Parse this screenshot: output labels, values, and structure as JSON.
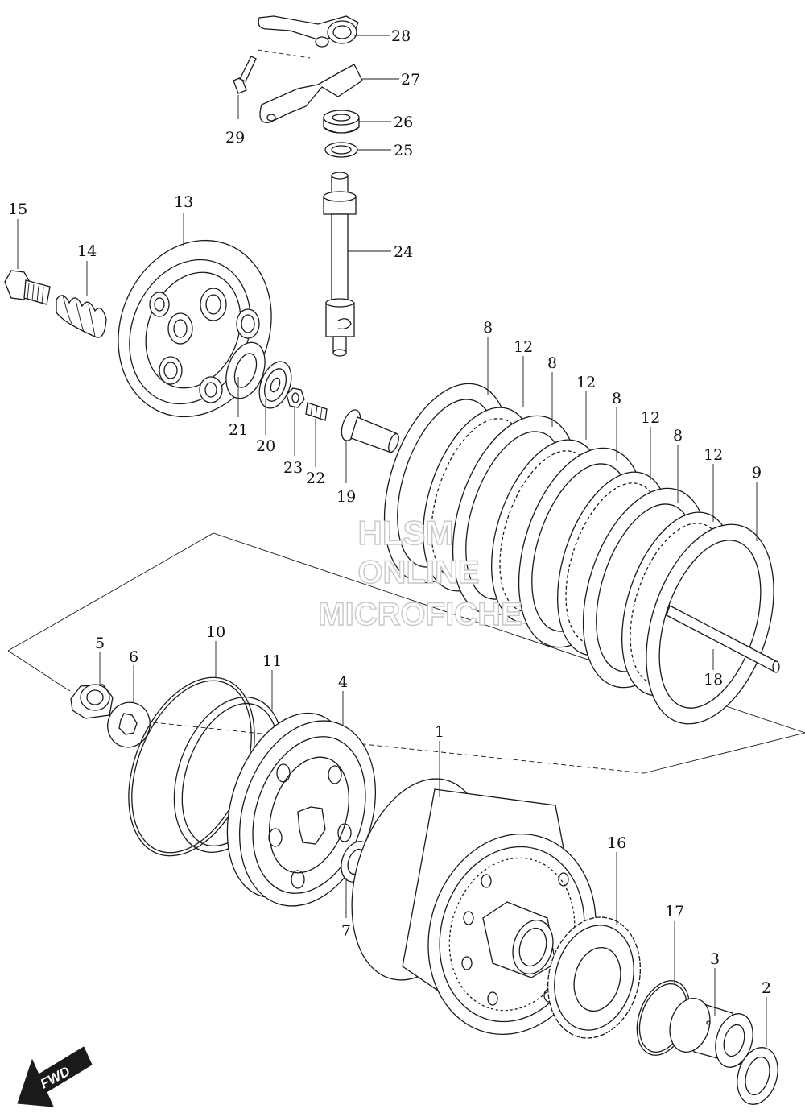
{
  "diagram": {
    "labels": [
      {
        "id": "28",
        "text": "28"
      },
      {
        "id": "27",
        "text": "27"
      },
      {
        "id": "26",
        "text": "26"
      },
      {
        "id": "25",
        "text": "25"
      },
      {
        "id": "29",
        "text": "29"
      },
      {
        "id": "24",
        "text": "24"
      },
      {
        "id": "15",
        "text": "15"
      },
      {
        "id": "13",
        "text": "13"
      },
      {
        "id": "14",
        "text": "14"
      },
      {
        "id": "21",
        "text": "21"
      },
      {
        "id": "20",
        "text": "20"
      },
      {
        "id": "23",
        "text": "23"
      },
      {
        "id": "22",
        "text": "22"
      },
      {
        "id": "19",
        "text": "19"
      },
      {
        "id": "8a",
        "text": "8"
      },
      {
        "id": "12a",
        "text": "12"
      },
      {
        "id": "8b",
        "text": "8"
      },
      {
        "id": "12b",
        "text": "12"
      },
      {
        "id": "8c",
        "text": "8"
      },
      {
        "id": "12c",
        "text": "12"
      },
      {
        "id": "8d",
        "text": "8"
      },
      {
        "id": "12d",
        "text": "12"
      },
      {
        "id": "9",
        "text": "9"
      },
      {
        "id": "18",
        "text": "18"
      },
      {
        "id": "5",
        "text": "5"
      },
      {
        "id": "6",
        "text": "6"
      },
      {
        "id": "10",
        "text": "10"
      },
      {
        "id": "11",
        "text": "11"
      },
      {
        "id": "4",
        "text": "4"
      },
      {
        "id": "1",
        "text": "1"
      },
      {
        "id": "7",
        "text": "7"
      },
      {
        "id": "16",
        "text": "16"
      },
      {
        "id": "17",
        "text": "17"
      },
      {
        "id": "3",
        "text": "3"
      },
      {
        "id": "2",
        "text": "2"
      }
    ],
    "watermark": [
      "HLSM",
      "ONLINE",
      "MICROFICHE"
    ],
    "fwd_label": "FWD"
  }
}
